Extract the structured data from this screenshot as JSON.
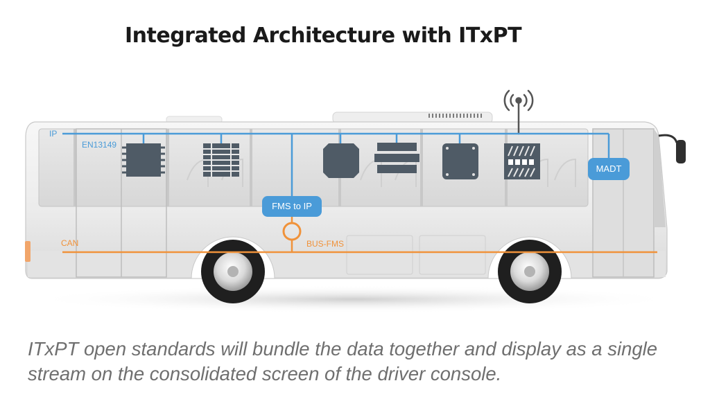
{
  "title": "Integrated Architecture with ITxPT",
  "labels": {
    "ip": "IP",
    "en13149": "EN13149",
    "can": "CAN",
    "bus_fms": "BUS-FMS",
    "fms_to_ip": "FMS to IP",
    "madt": "MADT"
  },
  "caption": "ITxPT open standards will bundle the data together and display as a single stream on the consolidated screen of the driver console.",
  "colors": {
    "ip_network": "#4a9bd8",
    "can_network": "#f0923a",
    "device": "#4f5b66",
    "bus_body": "#f4f4f4"
  },
  "icons": [
    "antenna-icon",
    "device-icon",
    "wheel-icon",
    "mirror-icon"
  ]
}
